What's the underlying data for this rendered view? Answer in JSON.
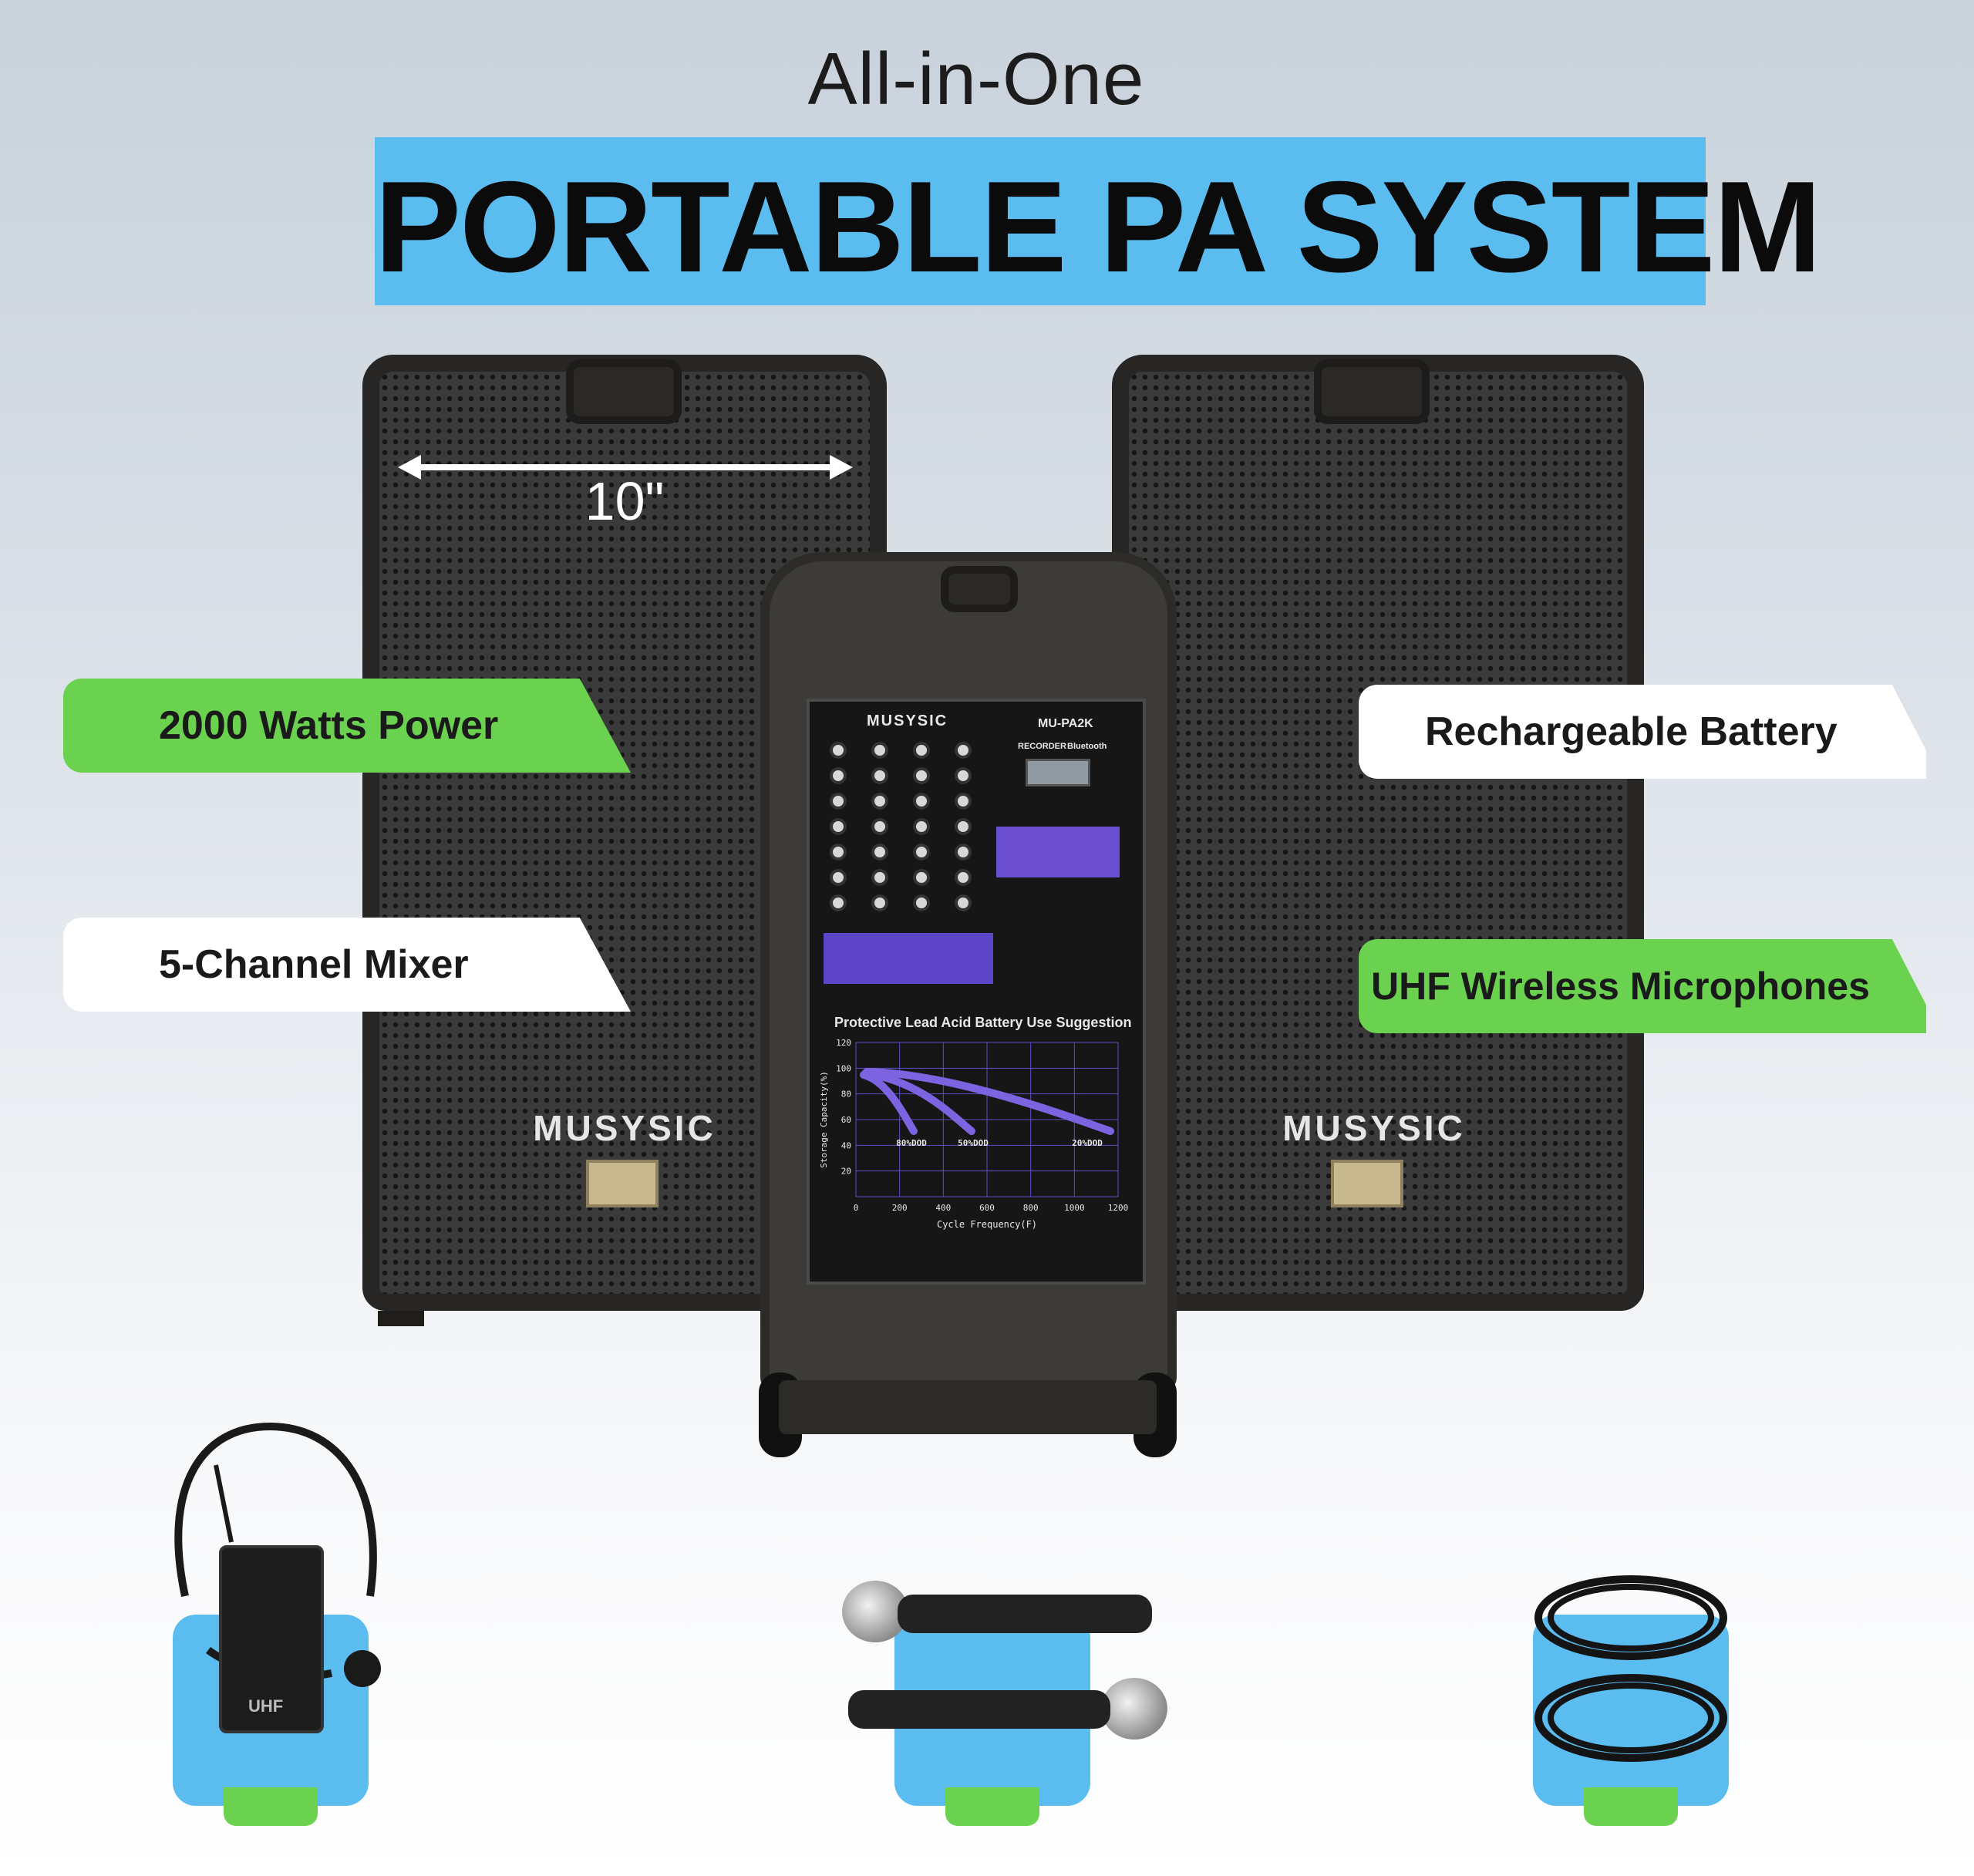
{
  "header": {
    "subtitle": "All-in-One",
    "title": "PORTABLE PA SYSTEM"
  },
  "speakers": {
    "width_label": "10\"",
    "brand": "MUSYSIC"
  },
  "mixer": {
    "brand": "MUSYSIC",
    "model": "MU-PA2K",
    "recorder_label": "RECORDER",
    "bluetooth_label": "Bluetooth",
    "battery_chart_title": "Protective Lead Acid Battery Use Suggestion",
    "chart_y_label": "Storage Capacity(%)",
    "chart_x_label": "Cycle Frequency(F)",
    "chart_y_ticks": [
      "120",
      "100",
      "80",
      "60",
      "40",
      "20"
    ],
    "chart_x_ticks": [
      "0",
      "200",
      "400",
      "600",
      "800",
      "1000",
      "1200"
    ],
    "curve_labels": [
      "80%DOD",
      "50%DOD",
      "20%DOD"
    ]
  },
  "features": {
    "left": [
      {
        "label": "2000 Watts Power",
        "color": "#6bd24f"
      },
      {
        "label": "5-Channel Mixer",
        "color": "#ffffff"
      }
    ],
    "right": [
      {
        "label": "Rechargeable Battery",
        "color": "#ffffff"
      },
      {
        "label": "UHF Wireless Microphones",
        "color": "#6bd24f"
      }
    ]
  },
  "accessories": {
    "headset_pack_label": "UHF"
  },
  "colors": {
    "accent_blue": "#5bbcf0",
    "accent_green": "#6bd24f"
  }
}
